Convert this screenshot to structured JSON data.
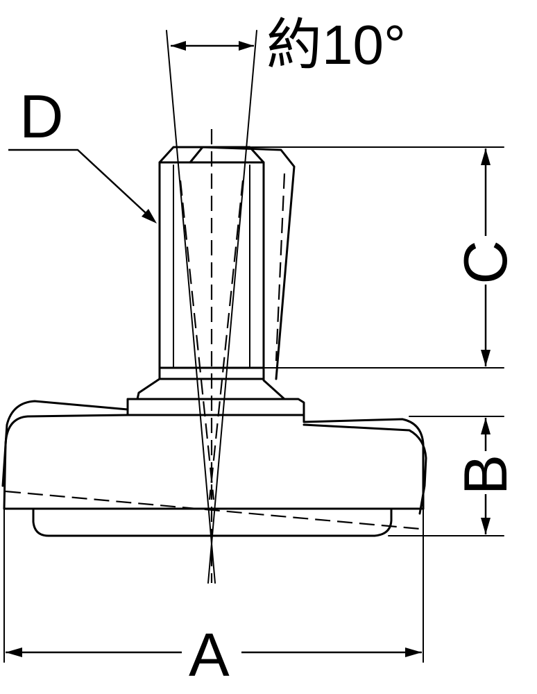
{
  "labels": {
    "angle": "約10°",
    "a": "A",
    "b": "B",
    "c": "C",
    "d": "D"
  }
}
